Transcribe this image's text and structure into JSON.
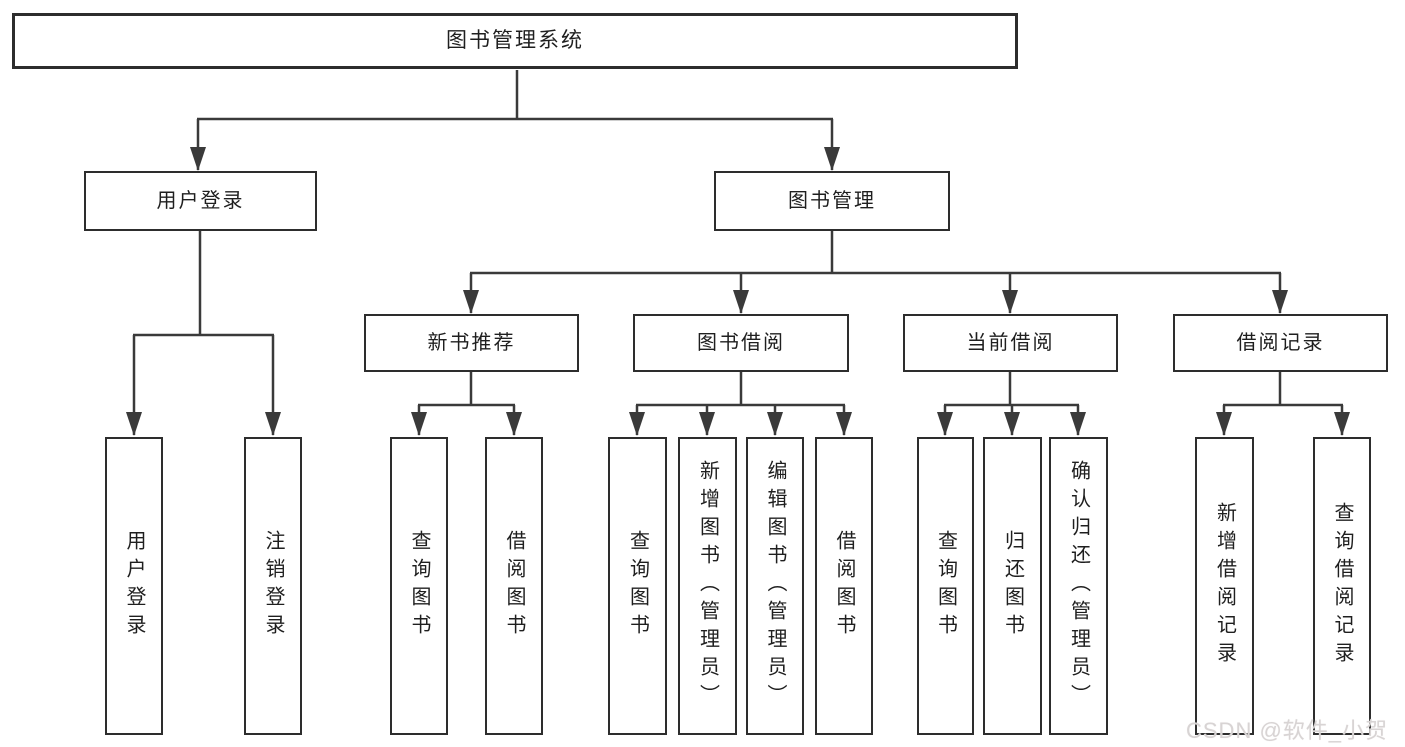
{
  "palette": {
    "line_color": "#3a3a3a",
    "box_border_color": "#2d2d2d",
    "box_fill_color": "#ffffff",
    "text_color": "#1f1f1f",
    "watermark_color": "#d8d4d4"
  },
  "watermark": "CSDN @软件_小贺同学",
  "diagram": {
    "root": {
      "label": "图书管理系统"
    },
    "login": {
      "label": "用户登录",
      "children": [
        {
          "label": "用户登录"
        },
        {
          "label": "注销登录"
        }
      ]
    },
    "management": {
      "label": "图书管理",
      "sections": [
        {
          "label": "新书推荐",
          "children": [
            {
              "label": "查询图书"
            },
            {
              "label": "借阅图书"
            }
          ]
        },
        {
          "label": "图书借阅",
          "children": [
            {
              "label": "查询图书"
            },
            {
              "label": "新增图书（管理员）"
            },
            {
              "label": "编辑图书（管理员）"
            },
            {
              "label": "借阅图书"
            }
          ]
        },
        {
          "label": "当前借阅",
          "children": [
            {
              "label": "查询图书"
            },
            {
              "label": "归还图书"
            },
            {
              "label": "确认归还（管理员）"
            }
          ]
        },
        {
          "label": "借阅记录",
          "children": [
            {
              "label": "新增借阅记录"
            },
            {
              "label": "查询借阅记录"
            }
          ]
        }
      ]
    }
  }
}
